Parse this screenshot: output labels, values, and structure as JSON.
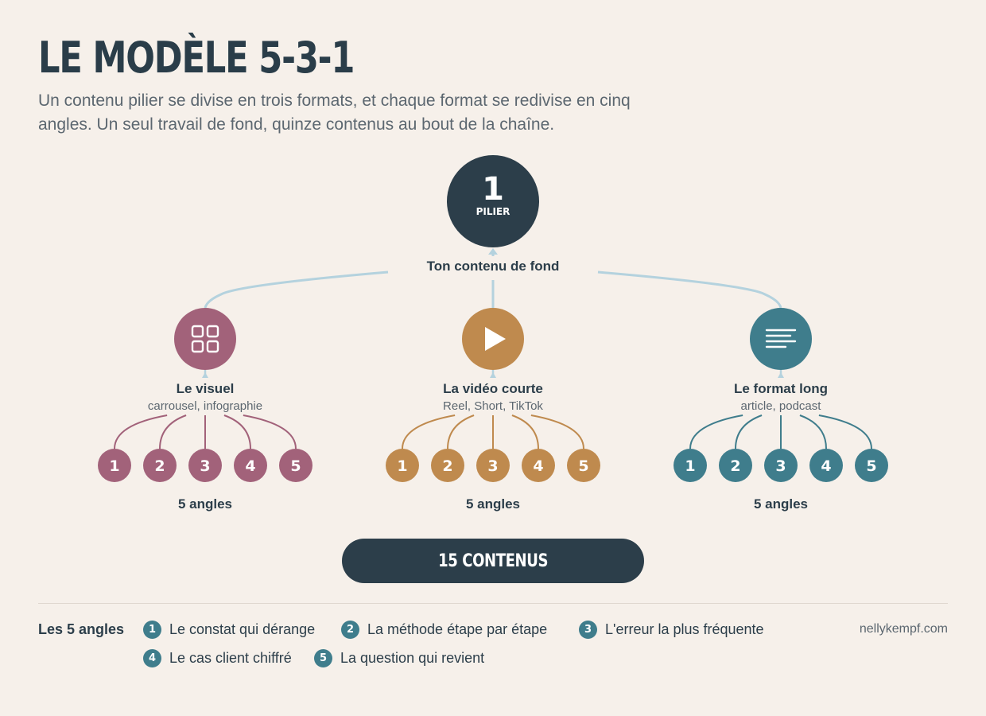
{
  "title": "LE MODÈLE 5-3-1",
  "subtitle": "Un contenu pilier se divise en trois formats, et chaque format se redivise en cinq angles. Un seul travail de fond, quinze contenus au bout de la chaîne.",
  "pillar": {
    "number": "1",
    "label": "PILIER",
    "caption": "Ton contenu de fond",
    "color": "#2c3e4a",
    "icon": "none"
  },
  "formats": [
    {
      "id": "visuel",
      "title": "Le visuel",
      "subtitle": "carrousel, infographie",
      "color": "#a2627a",
      "icon": "grid-icon",
      "angles": [
        "1",
        "2",
        "3",
        "4",
        "5"
      ],
      "angles_label": "5 angles"
    },
    {
      "id": "video",
      "title": "La vidéo courte",
      "subtitle": "Reel, Short, TikTok",
      "color": "#bf8a4e",
      "icon": "play-icon",
      "angles": [
        "1",
        "2",
        "3",
        "4",
        "5"
      ],
      "angles_label": "5 angles"
    },
    {
      "id": "long",
      "title": "Le format long",
      "subtitle": "article, podcast",
      "color": "#3f7d8c",
      "icon": "text-lines-icon",
      "angles": [
        "1",
        "2",
        "3",
        "4",
        "5"
      ],
      "angles_label": "5 angles"
    }
  ],
  "total_label": "15 CONTENUS",
  "connector_color": "#b4d2de",
  "legend": {
    "title": "Les 5 angles",
    "items": [
      {
        "num": "1",
        "label": "Le constat qui dérange"
      },
      {
        "num": "2",
        "label": "La méthode étape par étape"
      },
      {
        "num": "3",
        "label": "L'erreur la plus fréquente"
      },
      {
        "num": "4",
        "label": "Le cas client chiffré"
      },
      {
        "num": "5",
        "label": "La question qui revient"
      }
    ]
  },
  "site": "nellykempf.com"
}
